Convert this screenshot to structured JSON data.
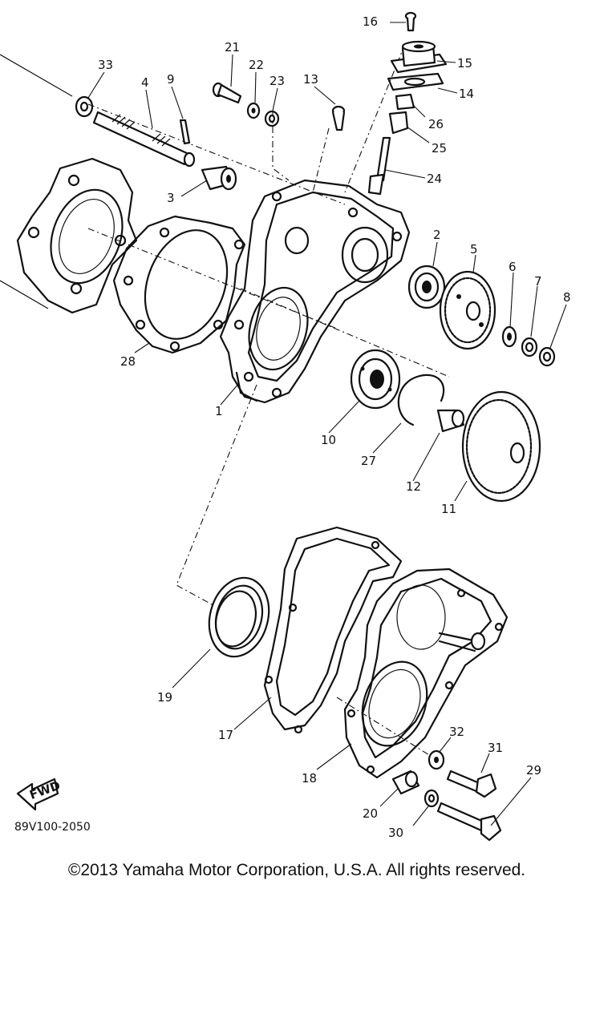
{
  "diagram": {
    "part_numbers": [
      "1",
      "2",
      "3",
      "4",
      "5",
      "6",
      "7",
      "8",
      "9",
      "10",
      "11",
      "12",
      "13",
      "14",
      "15",
      "16",
      "17",
      "18",
      "19",
      "20",
      "21",
      "22",
      "23",
      "24",
      "25",
      "26",
      "27",
      "28",
      "29",
      "30",
      "31",
      "32",
      "33"
    ],
    "drawing_code": "89V100-2050",
    "fwd_label": "FWD"
  },
  "copyright": "©2013 Yamaha Motor Corporation, U.S.A. All rights reserved."
}
